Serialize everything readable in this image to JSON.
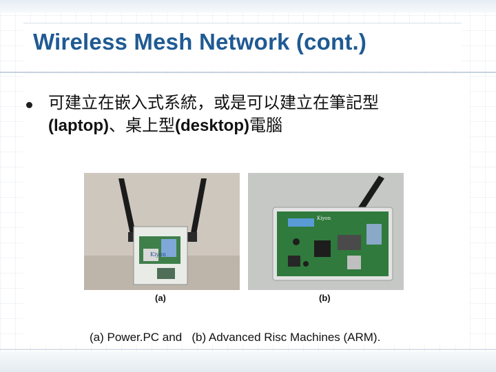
{
  "slide": {
    "title": "Wireless Mesh Network (cont.)",
    "bullet": {
      "text_line1": "可建立在嵌入式系統，或是可以建立在筆記型",
      "text_line2_a": "(laptop)",
      "text_line2_b": "、桌上型",
      "text_line2_c": "(desktop)",
      "text_line2_d": "電腦"
    },
    "images": [
      {
        "label": "(a)",
        "brand": "Kiyon"
      },
      {
        "label": "(b)",
        "brand": "Kiyon"
      }
    ],
    "caption": "(a) Power.PC and   (b) Advanced Risc Machines (ARM)."
  },
  "colors": {
    "title": "#1f5a94",
    "divider": "#c6d3de",
    "pcb_green": "#2f7a3c"
  },
  "icons": [
    "bullet-dot-icon",
    "antenna-icon"
  ]
}
